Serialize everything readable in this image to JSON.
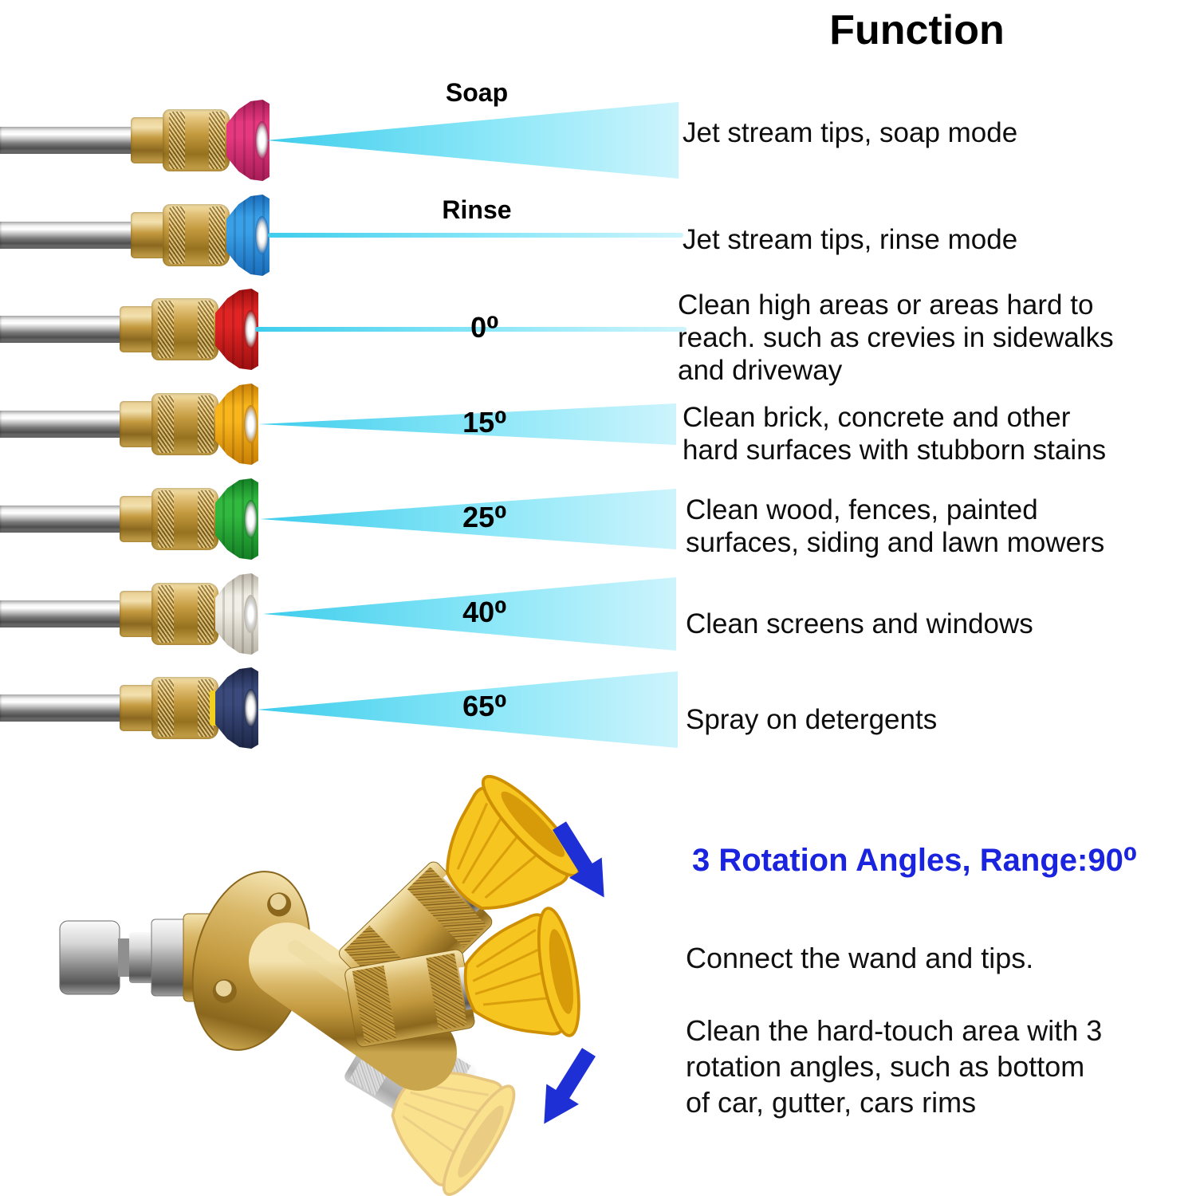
{
  "title": "Function",
  "colors": {
    "spray_start": "#3ecdec",
    "spray_mid": "#8ce7f8",
    "spray_end": "#cdf4fc",
    "brass": "#c49a3f",
    "steel": "#bdbdbd"
  },
  "rows": [
    {
      "label": "Soap",
      "tip_color": "#e6387f",
      "tip_shade": "#a81c56",
      "spray": "cone",
      "description": "Jet stream tips, soap mode"
    },
    {
      "label": "Rinse",
      "tip_color": "#39a0e8",
      "tip_shade": "#1a6cba",
      "spray": "line",
      "description": "Jet stream tips, rinse mode"
    },
    {
      "label": "0⁰",
      "tip_color": "#e02424",
      "tip_shade": "#9e0f0f",
      "spray": "line",
      "description": "Clean high areas or areas hard to\nreach. such as crevies in sidewalks\nand driveway"
    },
    {
      "label": "15⁰",
      "tip_color": "#f8b61c",
      "tip_shade": "#c87f05",
      "spray": "cone",
      "description": "Clean brick, concrete and other\nhard surfaces with stubborn stains"
    },
    {
      "label": "25⁰",
      "tip_color": "#31b93f",
      "tip_shade": "#137f24",
      "spray": "cone",
      "description": "Clean wood, fences, painted\nsurfaces, siding and lawn mowers"
    },
    {
      "label": "40⁰",
      "tip_color": "#f1eee6",
      "tip_shade": "#b9b4a6",
      "spray": "cone",
      "description": "Clean screens and windows"
    },
    {
      "label": "65⁰",
      "tip_color": "#3a4a7c",
      "tip_shade": "#1d2748",
      "accent": "#f2cf1d",
      "spray": "cone",
      "description": "Spray on detergents"
    }
  ],
  "bottom": {
    "heading": "3 Rotation Angles, Range:90⁰",
    "heading_color": "#1a23dd",
    "line1": "Connect the wand and tips.",
    "paragraph": "Clean the hard-touch area with 3\nrotation angles, such as bottom\nof car, gutter, cars rims",
    "arrow_color": "#1f2fd6",
    "tip_color": "#f6c51f",
    "tip_color_dark": "#cf8f03"
  }
}
